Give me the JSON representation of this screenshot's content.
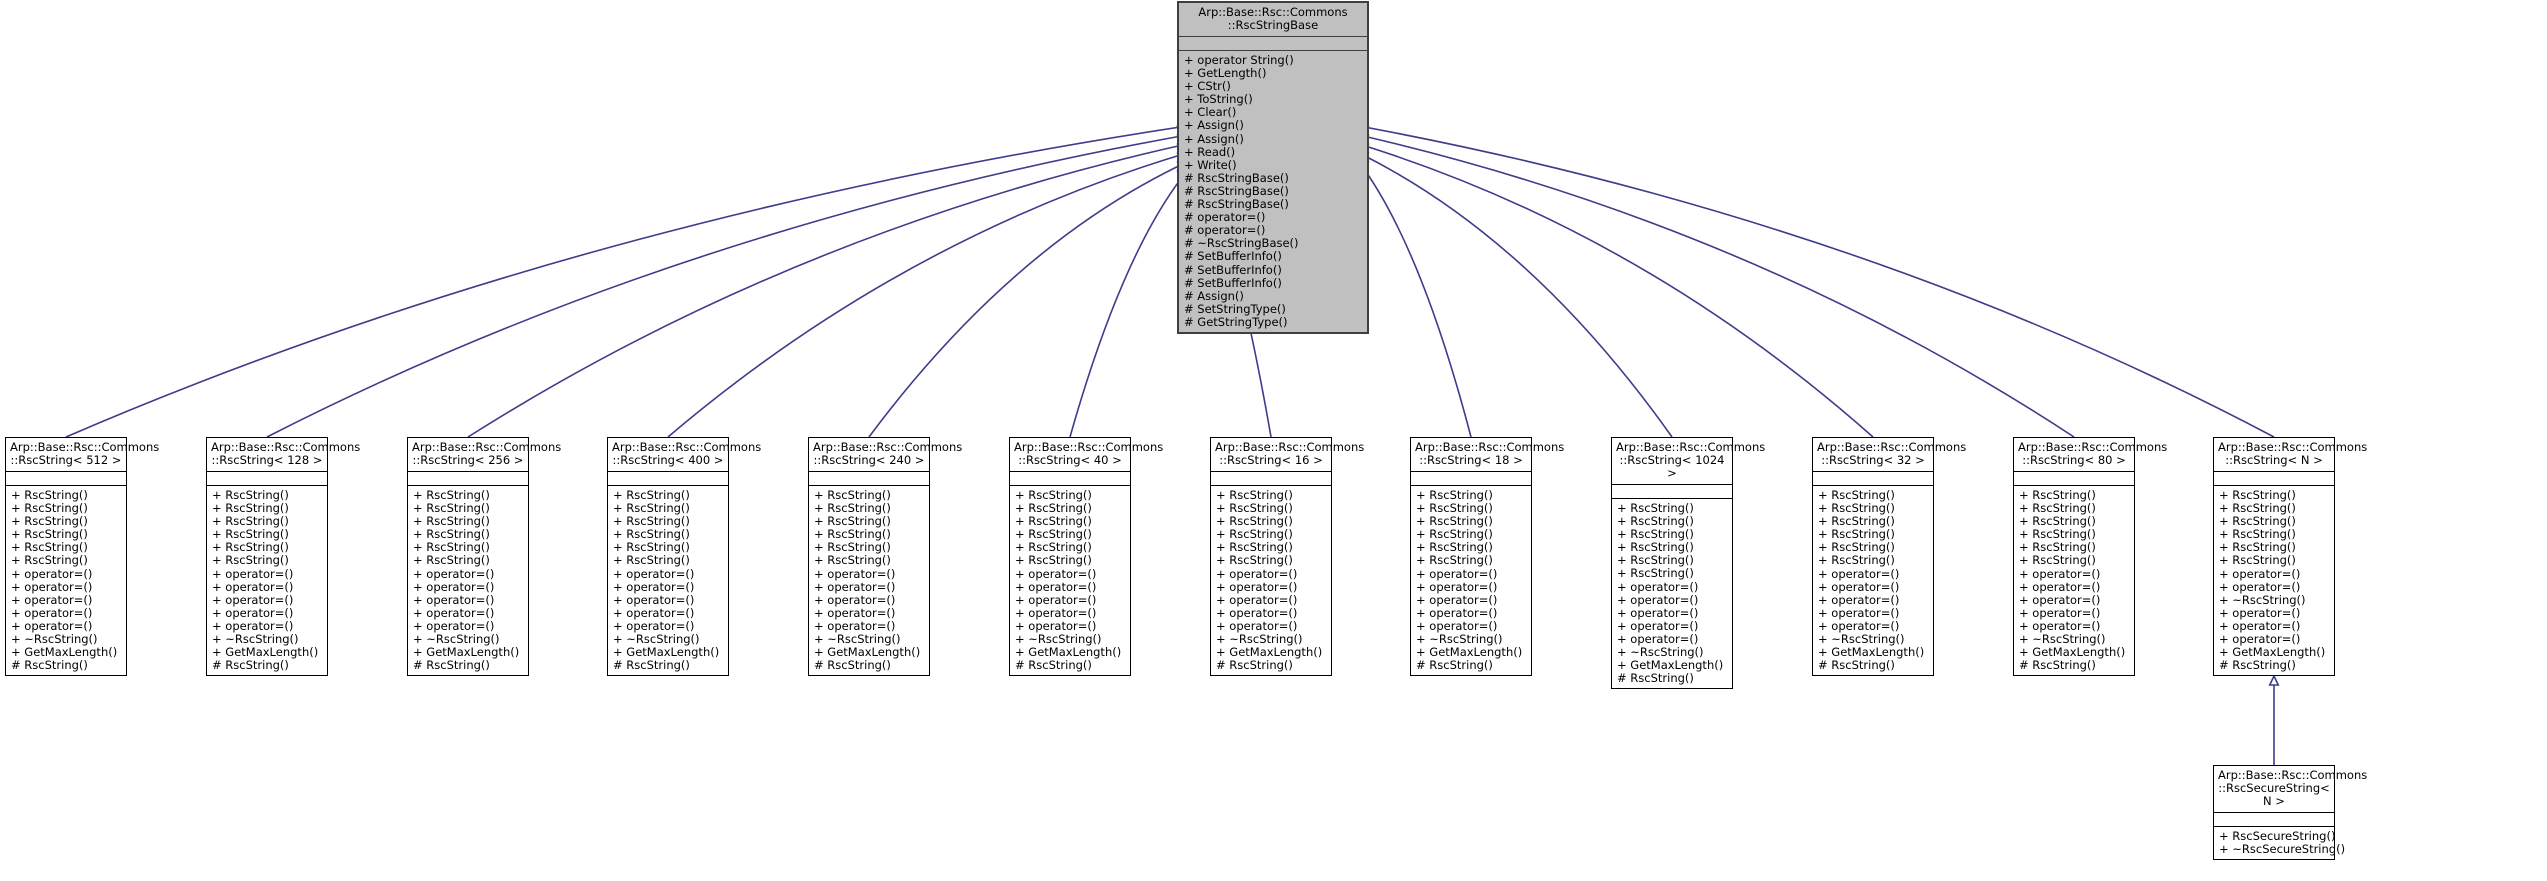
{
  "diagram": {
    "kind": "uml-inheritance-diagram",
    "title": "Arp::Base::Rsc::Commons::RscStringBase inheritance graph",
    "edge_color": "#3d3d8c",
    "base_fill_color": "#c0c0c0",
    "derived_fill_color": "#ffffff",
    "border_color": "#000000",
    "arrow_style": "hollow-triangle-generalization"
  },
  "base_class": {
    "name_line1": "Arp::Base::Rsc::Commons",
    "name_line2": "::RscStringBase",
    "attributes": [],
    "operations": [
      "+ operator String()",
      "+ GetLength()",
      "+ CStr()",
      "+ ToString()",
      "+ Clear()",
      "+ Assign()",
      "+ Assign()",
      "+ Read()",
      "+ Write()",
      "# RscStringBase()",
      "# RscStringBase()",
      "# RscStringBase()",
      "# operator=()",
      "# operator=()",
      "# ~RscStringBase()",
      "# SetBufferInfo()",
      "# SetBufferInfo()",
      "# SetBufferInfo()",
      "# Assign()",
      "# SetStringType()",
      "# GetStringType()"
    ]
  },
  "derived_classes": [
    {
      "id": "rscstring-512",
      "name_line1": "Arp::Base::Rsc::Commons",
      "name_line2": "::RscString< 512 >",
      "attributes": [],
      "operations": [
        "+ RscString()",
        "+ RscString()",
        "+ RscString()",
        "+ RscString()",
        "+ RscString()",
        "+ RscString()",
        "+ operator=()",
        "+ operator=()",
        "+ operator=()",
        "+ operator=()",
        "+ operator=()",
        "+ ~RscString()",
        "+ GetMaxLength()",
        "# RscString()"
      ]
    },
    {
      "id": "rscstring-128",
      "name_line1": "Arp::Base::Rsc::Commons",
      "name_line2": "::RscString< 128 >",
      "attributes": [],
      "operations": [
        "+ RscString()",
        "+ RscString()",
        "+ RscString()",
        "+ RscString()",
        "+ RscString()",
        "+ RscString()",
        "+ operator=()",
        "+ operator=()",
        "+ operator=()",
        "+ operator=()",
        "+ operator=()",
        "+ ~RscString()",
        "+ GetMaxLength()",
        "# RscString()"
      ]
    },
    {
      "id": "rscstring-256",
      "name_line1": "Arp::Base::Rsc::Commons",
      "name_line2": "::RscString< 256 >",
      "attributes": [],
      "operations": [
        "+ RscString()",
        "+ RscString()",
        "+ RscString()",
        "+ RscString()",
        "+ RscString()",
        "+ RscString()",
        "+ operator=()",
        "+ operator=()",
        "+ operator=()",
        "+ operator=()",
        "+ operator=()",
        "+ ~RscString()",
        "+ GetMaxLength()",
        "# RscString()"
      ]
    },
    {
      "id": "rscstring-400",
      "name_line1": "Arp::Base::Rsc::Commons",
      "name_line2": "::RscString< 400 >",
      "attributes": [],
      "operations": [
        "+ RscString()",
        "+ RscString()",
        "+ RscString()",
        "+ RscString()",
        "+ RscString()",
        "+ RscString()",
        "+ operator=()",
        "+ operator=()",
        "+ operator=()",
        "+ operator=()",
        "+ operator=()",
        "+ ~RscString()",
        "+ GetMaxLength()",
        "# RscString()"
      ]
    },
    {
      "id": "rscstring-240",
      "name_line1": "Arp::Base::Rsc::Commons",
      "name_line2": "::RscString< 240 >",
      "attributes": [],
      "operations": [
        "+ RscString()",
        "+ RscString()",
        "+ RscString()",
        "+ RscString()",
        "+ RscString()",
        "+ RscString()",
        "+ operator=()",
        "+ operator=()",
        "+ operator=()",
        "+ operator=()",
        "+ operator=()",
        "+ ~RscString()",
        "+ GetMaxLength()",
        "# RscString()"
      ]
    },
    {
      "id": "rscstring-40",
      "name_line1": "Arp::Base::Rsc::Commons",
      "name_line2": "::RscString< 40 >",
      "attributes": [],
      "operations": [
        "+ RscString()",
        "+ RscString()",
        "+ RscString()",
        "+ RscString()",
        "+ RscString()",
        "+ RscString()",
        "+ operator=()",
        "+ operator=()",
        "+ operator=()",
        "+ operator=()",
        "+ operator=()",
        "+ ~RscString()",
        "+ GetMaxLength()",
        "# RscString()"
      ]
    },
    {
      "id": "rscstring-16",
      "name_line1": "Arp::Base::Rsc::Commons",
      "name_line2": "::RscString< 16 >",
      "attributes": [],
      "operations": [
        "+ RscString()",
        "+ RscString()",
        "+ RscString()",
        "+ RscString()",
        "+ RscString()",
        "+ RscString()",
        "+ operator=()",
        "+ operator=()",
        "+ operator=()",
        "+ operator=()",
        "+ operator=()",
        "+ ~RscString()",
        "+ GetMaxLength()",
        "# RscString()"
      ]
    },
    {
      "id": "rscstring-18",
      "name_line1": "Arp::Base::Rsc::Commons",
      "name_line2": "::RscString< 18 >",
      "attributes": [],
      "operations": [
        "+ RscString()",
        "+ RscString()",
        "+ RscString()",
        "+ RscString()",
        "+ RscString()",
        "+ RscString()",
        "+ operator=()",
        "+ operator=()",
        "+ operator=()",
        "+ operator=()",
        "+ operator=()",
        "+ ~RscString()",
        "+ GetMaxLength()",
        "# RscString()"
      ]
    },
    {
      "id": "rscstring-1024",
      "name_line1": "Arp::Base::Rsc::Commons",
      "name_line2": "::RscString< 1024 >",
      "attributes": [],
      "operations": [
        "+ RscString()",
        "+ RscString()",
        "+ RscString()",
        "+ RscString()",
        "+ RscString()",
        "+ RscString()",
        "+ operator=()",
        "+ operator=()",
        "+ operator=()",
        "+ operator=()",
        "+ operator=()",
        "+ ~RscString()",
        "+ GetMaxLength()",
        "# RscString()"
      ]
    },
    {
      "id": "rscstring-32",
      "name_line1": "Arp::Base::Rsc::Commons",
      "name_line2": "::RscString< 32 >",
      "attributes": [],
      "operations": [
        "+ RscString()",
        "+ RscString()",
        "+ RscString()",
        "+ RscString()",
        "+ RscString()",
        "+ RscString()",
        "+ operator=()",
        "+ operator=()",
        "+ operator=()",
        "+ operator=()",
        "+ operator=()",
        "+ ~RscString()",
        "+ GetMaxLength()",
        "# RscString()"
      ]
    },
    {
      "id": "rscstring-80",
      "name_line1": "Arp::Base::Rsc::Commons",
      "name_line2": "::RscString< 80 >",
      "attributes": [],
      "operations": [
        "+ RscString()",
        "+ RscString()",
        "+ RscString()",
        "+ RscString()",
        "+ RscString()",
        "+ RscString()",
        "+ operator=()",
        "+ operator=()",
        "+ operator=()",
        "+ operator=()",
        "+ operator=()",
        "+ ~RscString()",
        "+ GetMaxLength()",
        "# RscString()"
      ]
    },
    {
      "id": "rscstring-n",
      "name_line1": "Arp::Base::Rsc::Commons",
      "name_line2": "::RscString< N >",
      "attributes": [],
      "operations": [
        "+ RscString()",
        "+ RscString()",
        "+ RscString()",
        "+ RscString()",
        "+ RscString()",
        "+ RscString()",
        "+ operator=()",
        "+ operator=()",
        "+ ~RscString()",
        "+ operator=()",
        "+ operator=()",
        "+ operator=()",
        "+ GetMaxLength()",
        "# RscString()"
      ]
    }
  ],
  "leaf_class": {
    "id": "rscsecurestring-n",
    "name_line1": "Arp::Base::Rsc::Commons",
    "name_line2": "::RscSecureString< N >",
    "attributes": [],
    "operations": [
      "+ RscSecureString()",
      "+ ~RscSecureString()"
    ]
  }
}
